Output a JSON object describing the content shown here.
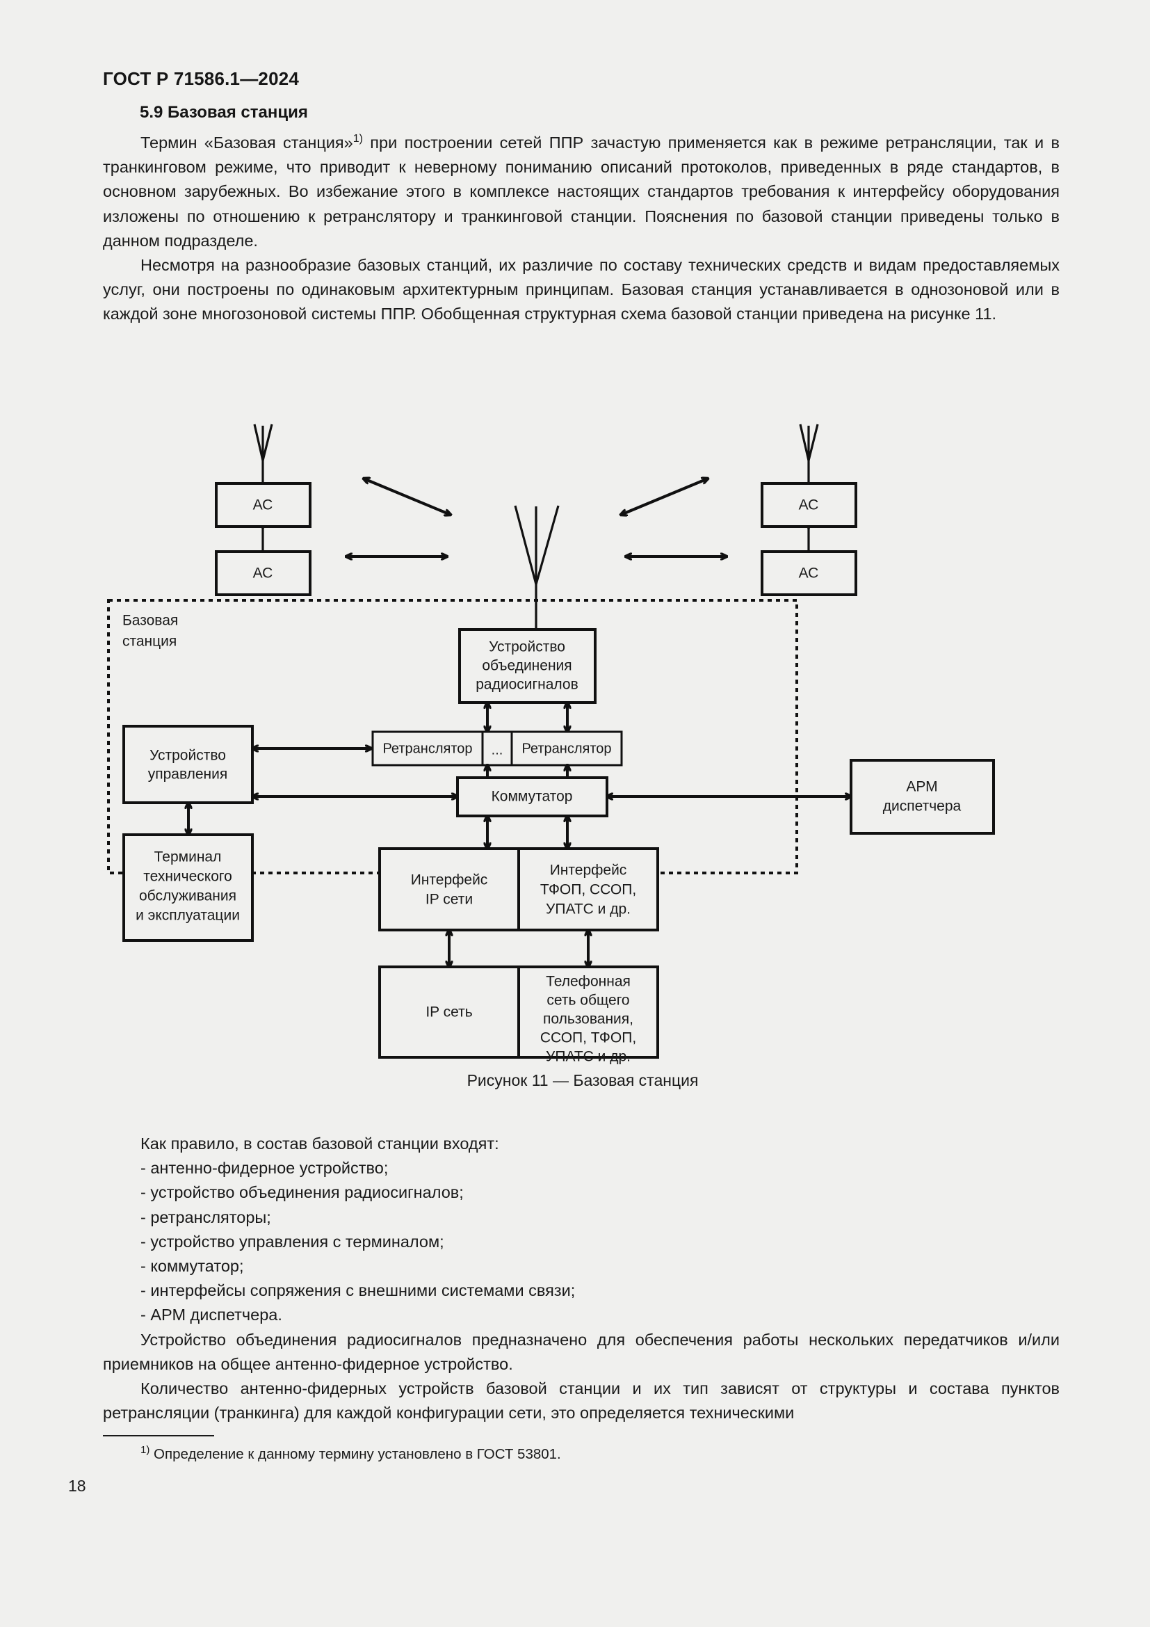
{
  "document": {
    "header": "ГОСТ Р 71586.1—2024",
    "page_number": "18"
  },
  "section": {
    "heading": "5.9 Базовая станция"
  },
  "paragraphs": {
    "p1_part1": "Термин «Базовая станция»",
    "p1_footnote_marker": "1)",
    "p1_part2": " при построении сетей ППР зачастую применяется как в режиме ретрансляции, так и в транкинговом режиме, что приводит к неверному пониманию описаний протоколов, приведенных в ряде стандартов, в основном зарубежных. Во избежание этого в комплексе настоящих стандартов требования к интерфейсу оборудования изложены по отношению к ретранслятору и транкинговой станции. Пояснения по базовой станции приведены только в данном подразделе.",
    "p2": "Несмотря на разнообразие базовых станций, их различие по составу технических средств и видам предоставляемых услуг, они построены по одинаковым архитектурным принципам. Базовая станция устанавливается в однозоновой или в каждой зоне многозоновой системы ППР. Обобщенная структурная схема базовой станции приведена на рисунке 11.",
    "lead_list": "Как правило, в состав базовой станции входят:",
    "p3": "Устройство объединения радиосигналов предназначено для обеспечения работы нескольких передатчиков и/или приемников на общее антенно-фидерное устройство.",
    "p4": "Количество антенно-фидерных устройств базовой станции и их тип зависят от структуры и состава пунктов ретрансляции (транкинга) для каждой конфигурации сети, это определяется техническими"
  },
  "bullets": [
    "- антенно-фидерное устройство;",
    "- устройство объединения радиосигналов;",
    "- ретрансляторы;",
    "- устройство управления с терминалом;",
    "- коммутатор;",
    "- интерфейсы сопряжения с внешними системами связи;",
    "- АРМ диспетчера."
  ],
  "footnote": {
    "marker": "1)",
    "text": " Определение к данному термину установлено в ГОСТ 53801."
  },
  "figure": {
    "caption": "Рисунок 11 — Базовая станция",
    "subscriber_stations": {
      "top_left": "АС",
      "bottom_left": "АС",
      "top_right": "АС",
      "bottom_right": "АС"
    },
    "base_station_label_line1": "Базовая",
    "base_station_label_line2": "станция",
    "blocks": {
      "combiner_l1": "Устройство",
      "combiner_l2": "объединения",
      "combiner_l3": "радиосигналов",
      "repeater_left": "Ретранслятор",
      "repeater_ellipsis": "...",
      "repeater_right": "Ретранслятор",
      "control_l1": "Устройство",
      "control_l2": "управления",
      "switch": "Коммутатор",
      "terminal_l1": "Терминал",
      "terminal_l2": "технического",
      "terminal_l3": "обслуживания",
      "terminal_l4": "и эксплуатации",
      "ip_iface_l1": "Интерфейс",
      "ip_iface_l2": "IP сети",
      "pstn_iface_l1": "Интерфейс",
      "pstn_iface_l2": "ТФОП, ССОП,",
      "pstn_iface_l3": "УПАТС и др.",
      "dispatcher_l1": "АРМ",
      "dispatcher_l2": "диспетчера",
      "ip_network": "IP сеть",
      "phone_net_l1": "Телефонная",
      "phone_net_l2": "сеть общего",
      "phone_net_l3": "пользования,",
      "phone_net_l4": "ССОП, ТФОП,",
      "phone_net_l5": "УПАТС и др."
    }
  },
  "colors": {
    "page_background": "#f0f0ee",
    "ink": "#1a1a1a",
    "stroke": "#111111"
  }
}
